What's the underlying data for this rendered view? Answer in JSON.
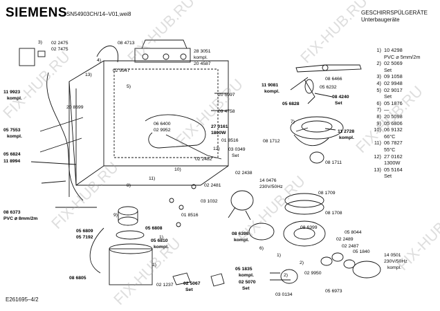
{
  "header": {
    "brand": "SIEMENS",
    "model": "SN54903CH/14–V01,wei8",
    "category_line1": "GESCHIRRSPÜLGERÄTE",
    "category_line2": "Unterbaugeräte"
  },
  "footer": {
    "doc_id": "E261695–4/2"
  },
  "watermark": "FIX-HUB.RU",
  "legend": [
    {
      "n": "1)",
      "t": "10 4298"
    },
    {
      "n": "",
      "t": "PVC ⌀ 5mm/2m"
    },
    {
      "n": "2)",
      "t": "02 5069"
    },
    {
      "n": "",
      "t": "Set"
    },
    {
      "n": "3)",
      "t": "09 1058"
    },
    {
      "n": "4)",
      "t": "02 9948"
    },
    {
      "n": "5)",
      "t": "02 9017"
    },
    {
      "n": "",
      "t": "Set"
    },
    {
      "n": "6)",
      "t": "05 1876"
    },
    {
      "n": "7)",
      "t": "—"
    },
    {
      "n": "8)",
      "t": "20 5098"
    },
    {
      "n": "9)",
      "t": "05 6806"
    },
    {
      "n": "10)",
      "t": "06 9132"
    },
    {
      "n": "",
      "t": "66°C"
    },
    {
      "n": "11)",
      "t": "06 7827"
    },
    {
      "n": "",
      "t": "55°C"
    },
    {
      "n": "12)",
      "t": "27 0162"
    },
    {
      "n": "",
      "t": "1300W"
    },
    {
      "n": "13)",
      "t": "05 5164"
    },
    {
      "n": "",
      "t": "Set"
    }
  ],
  "labels": {
    "p022475": "02 2475",
    "p027475": "02 7475",
    "p084713": "08 4713",
    "p283051": "28 3051",
    "kompl_a": "kompl.",
    "p204587": "20 4587",
    "p029947": "02 9947",
    "p119923": "11 9923",
    "kompl_b": "kompl.",
    "p208699": "20 8699",
    "p205097": "20 5097",
    "p064400": "06 6400",
    "p029952": "02 9952",
    "p094758": "09 4758",
    "p270161": "27 0161",
    "w1800": "1800W",
    "p057553": "05 7553",
    "kompl_c": "kompl.",
    "p018516a": "01 8516",
    "p030349": "03 0349",
    "set_a": "Set",
    "p056824": "05 6824",
    "p022482": "02 2482",
    "p118994": "11 8994",
    "p022481": "02 2481",
    "p022438": "02 2438",
    "p031032": "03 1032",
    "p018516b": "01 8516",
    "p086373": "08 6373",
    "pvc8": "PVC ⌀ 8mm/2m",
    "p056808": "05 6808",
    "p056809": "05 6809",
    "p057192": "05 7192",
    "p056810": "05 6810",
    "kompl_d": "kompl.",
    "p086805": "08 6805",
    "p021237": "02 1237",
    "p025067": "02 5067",
    "set_b": "Set",
    "p051835": "05 1835",
    "kompl_e": "kompl.",
    "p025070": "02 5070",
    "set_c": "Set",
    "p086466": "08 6466",
    "p119081": "11 9081",
    "kompl_f": "kompl.",
    "p056232": "05 6232",
    "p084240": "08 4240",
    "set_d": "Set",
    "p056828": "05 6828",
    "p081712": "08 1712",
    "p112728": "11 2728",
    "kompl_g": "kompl.",
    "p081711": "08 1711",
    "p140476": "14 0476",
    "v230a": "230V/50Hz",
    "p081709": "08 1709",
    "p081708": "08 1708",
    "p086399": "08 6399",
    "p086398": "08 6398",
    "kompl_h": "kompl.",
    "p058044": "05 8044",
    "p022489": "02 2489",
    "p022487": "02 2487",
    "p140501": "14 0501",
    "v230b": "230V/50Hz",
    "kompl_i": "kompl.",
    "p051840": "05 1840",
    "p029950": "02 9950",
    "p030134": "03 0134",
    "p056973": "05 6973",
    "c1": "1)",
    "c2": "2)",
    "c3": "3)",
    "c4": "4)",
    "c5": "5)",
    "c6": "6)",
    "c7": "7)",
    "c8": "8)",
    "c9": "9)",
    "c10": "10)",
    "c11": "11)",
    "c12": "12)",
    "c13": "13)",
    "c1b": "1)",
    "c2b": "2)",
    "c1c": "1)"
  }
}
